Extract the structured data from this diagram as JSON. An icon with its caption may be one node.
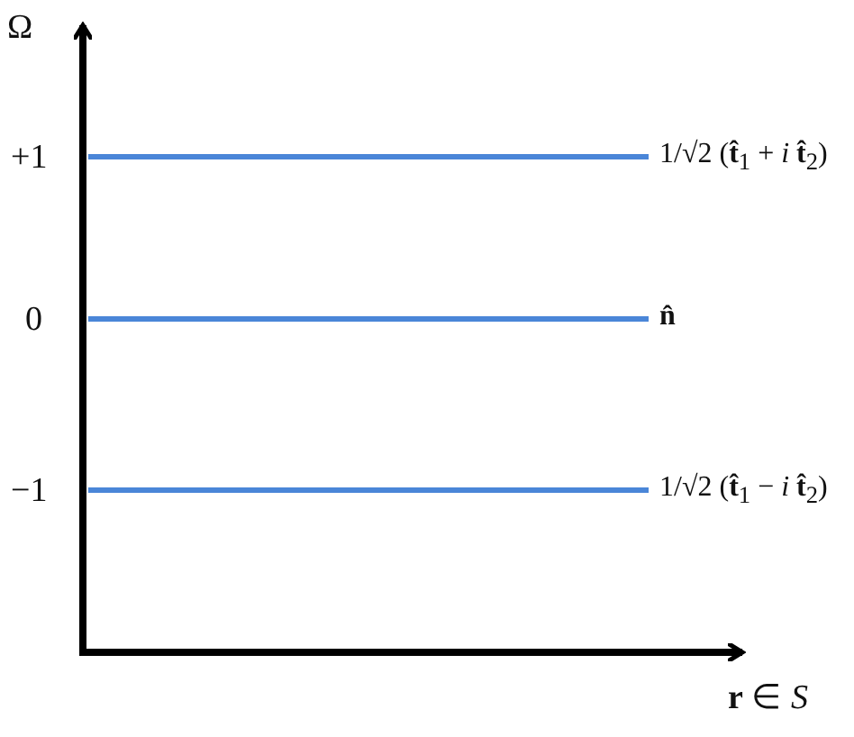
{
  "diagram": {
    "labels": [
      "Ω",
      "+1",
      "0",
      "−1",
      "1/√2 (**t̂**$_{1}$ + *i* **t̂**$_{2}$)",
      "**n̂**",
      "1/√2 (**t̂**$_{1}$ − *i* **t̂**$_{2}$)",
      "**r** ∈ *S*"
    ]
  }
}
